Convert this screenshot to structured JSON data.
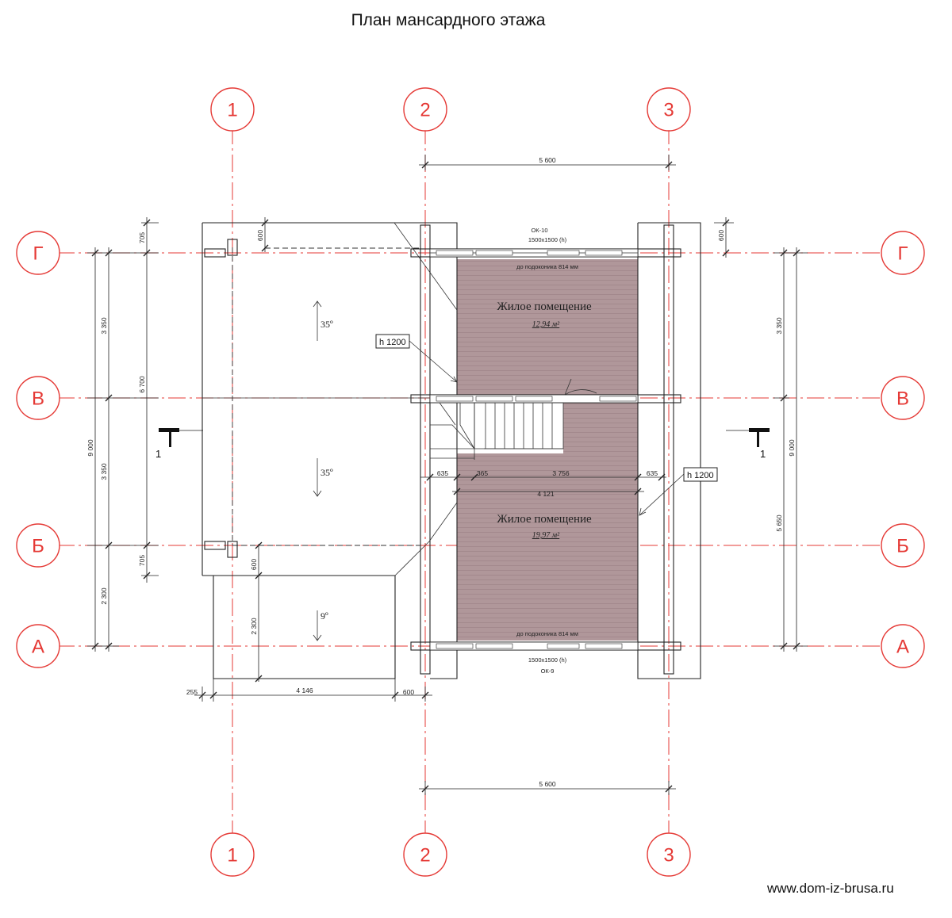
{
  "title": "План мансардного этажа",
  "site_url": "www.dom-iz-brusa.ru",
  "axes": {
    "vertical": [
      "1",
      "2",
      "3"
    ],
    "horizontal": [
      "Г",
      "В",
      "Б",
      "А"
    ]
  },
  "rooms": [
    {
      "name": "Жилое помещение",
      "area": "12,94 м²"
    },
    {
      "name": "Жилое помещение",
      "area": "19,97 м²"
    }
  ],
  "windows": {
    "top": {
      "mark": "ОК-10",
      "size": "1500х1500 (h)",
      "sill": "до подоконика 814 мм"
    },
    "bottom": {
      "mark": "ОК-9",
      "size": "1500х1500 (h)",
      "sill": "до подоконика 814 мм"
    }
  },
  "roof_slopes": [
    "35º",
    "35º",
    "9º"
  ],
  "height_labels": [
    "h 1200",
    "h 1200"
  ],
  "section_marks": [
    "1",
    "1"
  ],
  "dimensions": {
    "top_span": "5 600",
    "bottom_span": "5 600",
    "top_right_600": "600",
    "top_left_600": "600",
    "left_705_top": "705",
    "left_3350_top": "3 350",
    "left_6700": "6 700",
    "left_9000": "9 000",
    "left_3350_bottom": "3 350",
    "left_705_bottom": "705",
    "left_2300": "2 300",
    "inner_600": "600",
    "inner_2300": "2 300",
    "right_3350": "3 350",
    "right_9000": "9 000",
    "right_5650": "5 650",
    "bottom_255": "255",
    "bottom_4146": "4 146",
    "bottom_600": "600",
    "mid_635_left": "635",
    "mid_365": "365",
    "mid_3756": "3 756",
    "mid_635_right": "635",
    "mid_4121": "4 121"
  }
}
